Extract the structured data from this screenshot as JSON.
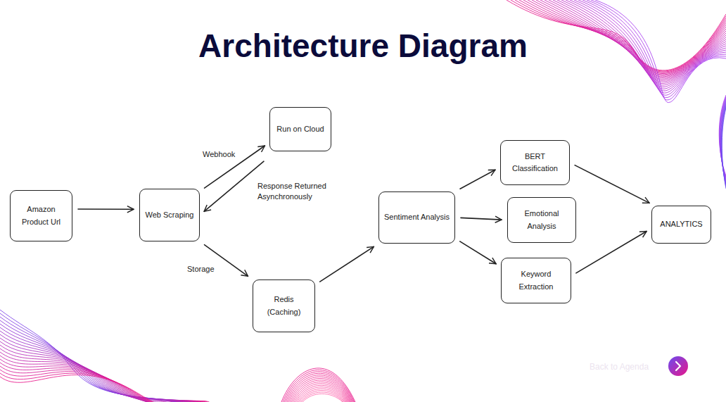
{
  "diagram": {
    "title": "Architecture Diagram",
    "nodes": [
      {
        "text": [
          "Amazon Product Url"
        ]
      },
      {
        "text": [
          "Web Scraping"
        ]
      },
      {
        "text": [
          "Run on Cloud"
        ]
      },
      {
        "text": [
          "Redis (Caching)"
        ]
      },
      {
        "text": [
          "Sentiment Analysis"
        ]
      },
      {
        "text": [
          "BERT Classification"
        ]
      },
      {
        "text": [
          "Emotional Analysis"
        ]
      },
      {
        "text": [
          "Keyword Extraction"
        ]
      },
      {
        "text": [
          "ANALYTICS"
        ]
      }
    ],
    "edges": [
      {
        "from": 0,
        "to": 1,
        "arrow": "to"
      },
      {
        "from": 1,
        "to": 2,
        "label": "Webhook",
        "arrow": "to"
      },
      {
        "from": 2,
        "to": 1,
        "label": "Response Returned Asynchronously",
        "arrow": "to"
      },
      {
        "from": 1,
        "to": 3,
        "label": "Storage",
        "arrow": "to"
      },
      {
        "from": 3,
        "to": 4,
        "arrow": "to"
      },
      {
        "from": 4,
        "to": 5,
        "arrow": "to"
      },
      {
        "from": 4,
        "to": 6,
        "arrow": "to"
      },
      {
        "from": 4,
        "to": 7,
        "arrow": "to"
      },
      {
        "from": 5,
        "to": 8,
        "arrow": "to"
      },
      {
        "from": 7,
        "to": 8,
        "arrow": "to"
      }
    ],
    "labels": [
      "Back to Agenda"
    ]
  }
}
